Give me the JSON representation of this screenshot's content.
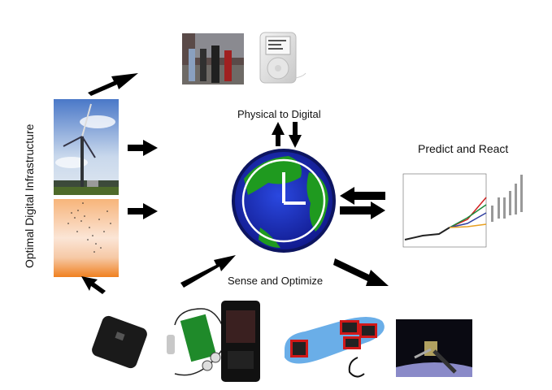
{
  "labels": {
    "physical_to_digital": "Physical to Digital",
    "predict_and_react": "Predict and React",
    "sense_and_optimize": "Sense and Optimize",
    "optimal_digital_infrastructure": "Optimal Digital Infrastructure"
  },
  "images": {
    "virtual_world": "Virtual world avatars photo",
    "media_player": "Portable media player icon",
    "wind_turbine": "Wind turbine photo",
    "temperature_map": "Temperature map with sensor points",
    "climate_chart": "Multi-model Averages and Assessed Ranges for Surface Warming",
    "sensor_tag": "Wearable sensor tag",
    "phone_sensor_board": "Mobile phone with sensor circuit board",
    "sensor_insole": "Sensor insole",
    "satellite": "Satellite in orbit photo"
  },
  "center": {
    "icon": "globe-clock"
  },
  "colors": {
    "ocean": "#1a2a9c",
    "land": "#1f9a1f",
    "ring": "#0d1560",
    "arrow": "#000000",
    "map_orange": "#f5a050"
  }
}
